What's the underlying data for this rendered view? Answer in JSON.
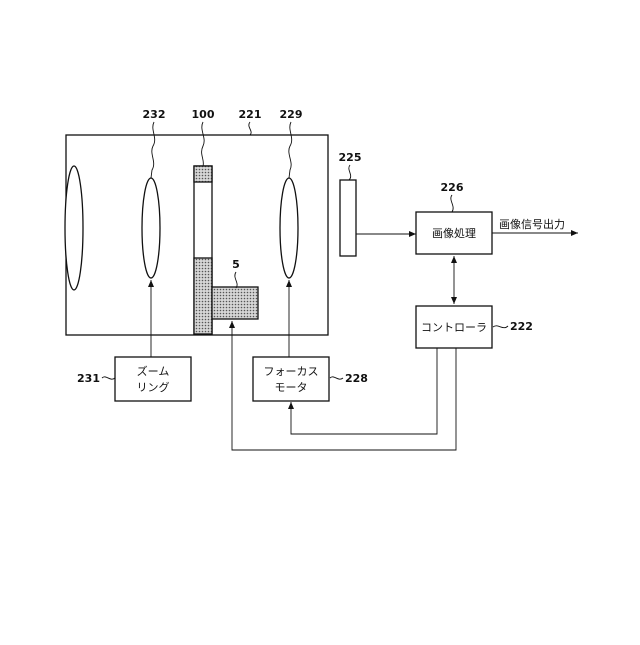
{
  "refs": {
    "lens_unit": "221",
    "zoom_lens": "232",
    "filter": "100",
    "focus_lens": "229",
    "sensor": "225",
    "image_processor": "226",
    "actuator": "5",
    "controller": "222",
    "zoom_ring": "231",
    "focus_motor": "228"
  },
  "labels": {
    "image_processor": "画像処理",
    "controller": "コントローラ",
    "zoom_ring_line1": "ズーム",
    "zoom_ring_line2": "リング",
    "focus_motor_line1": "フォーカス",
    "focus_motor_line2": "モータ",
    "output": "画像信号出力"
  },
  "colors": {
    "line": "#111111",
    "dotted_fill": "#bdbdbd"
  }
}
